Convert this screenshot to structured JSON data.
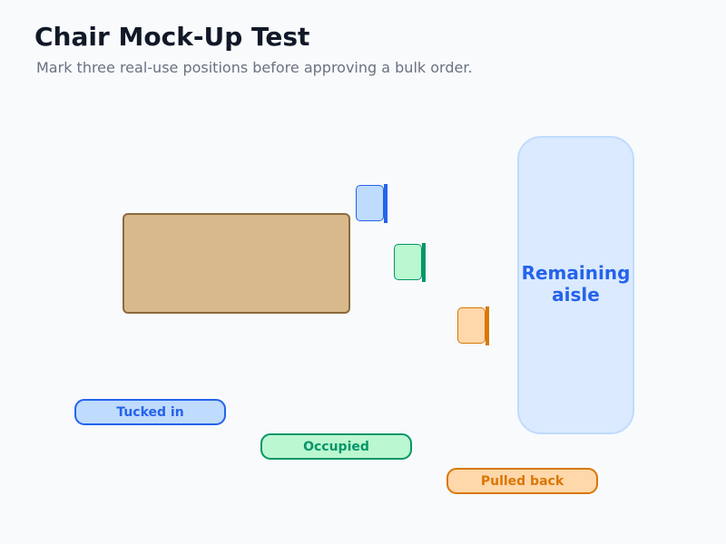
{
  "header": {
    "title": "Chair Mock-Up Test",
    "subtitle": "Mark three real-use positions before approving a bulk order."
  },
  "diagram": {
    "table": {
      "label": ""
    },
    "aisle": {
      "label": "Remaining\naisle"
    },
    "positions": [
      {
        "label": "Tucked in",
        "fill": "#bfdbfe",
        "stroke": "#2563eb",
        "text_color": "#2563eb"
      },
      {
        "label": "Occupied",
        "fill": "#bbf7d0",
        "stroke": "#059669",
        "text_color": "#059669"
      },
      {
        "label": "Pulled back",
        "fill": "#fed7aa",
        "stroke": "#d97706",
        "text_color": "#d97706"
      }
    ]
  },
  "colors": {
    "background": "#f8fafc",
    "title": "#111827",
    "subtitle": "#6b7280",
    "table_fill": "#d8b98b",
    "table_stroke": "#8b6a3e",
    "aisle_fill": "#dbeafe",
    "aisle_stroke": "#bfdbfe",
    "aisle_text": "#2563eb"
  }
}
